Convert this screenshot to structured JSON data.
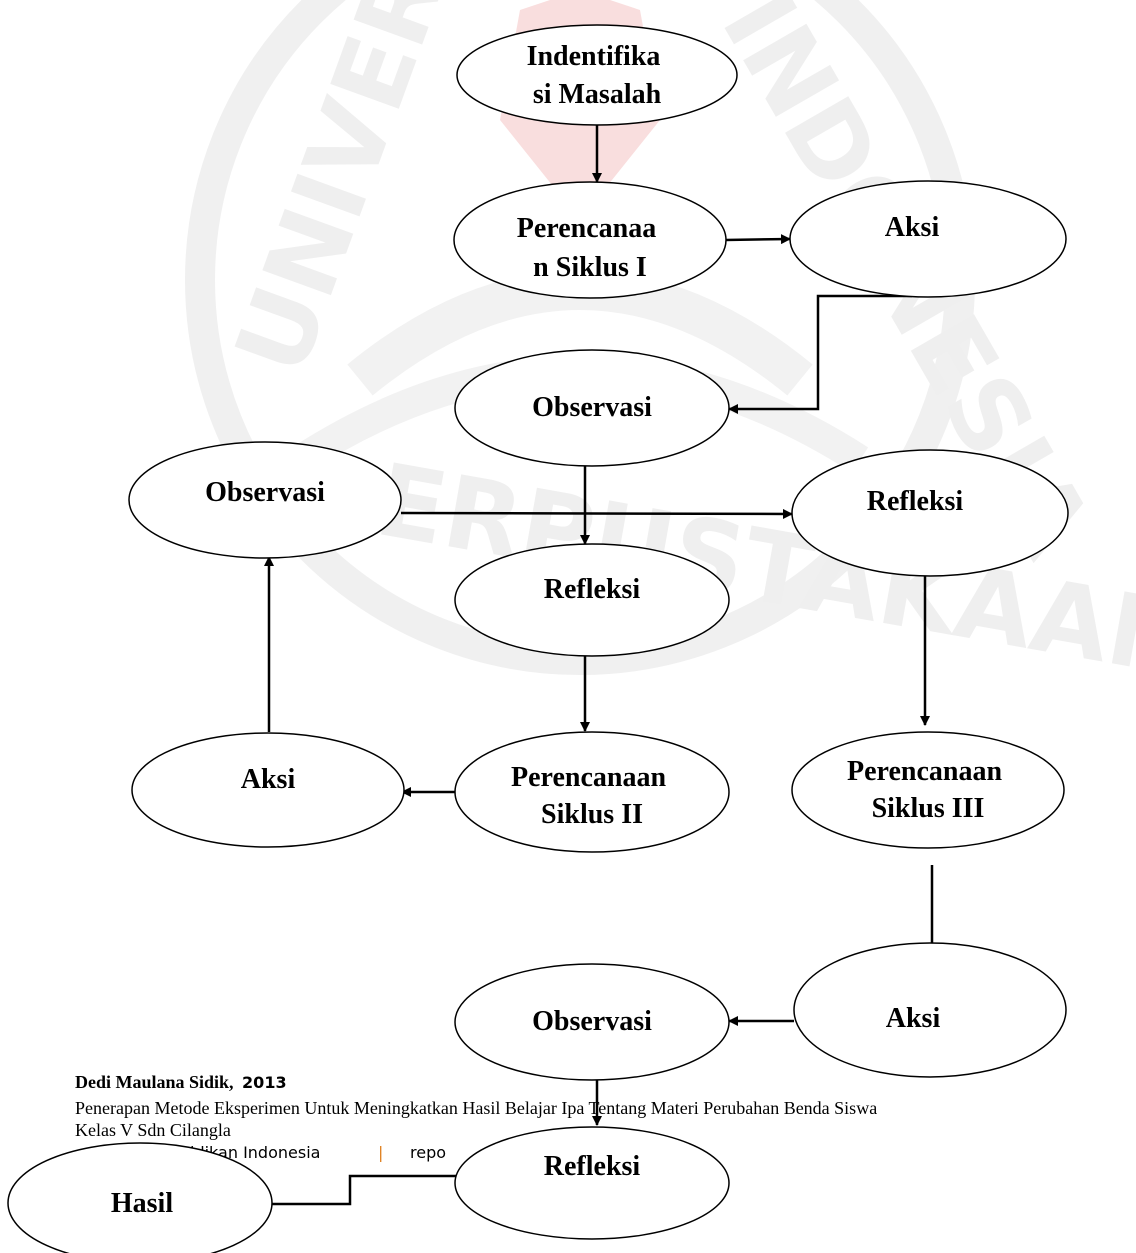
{
  "watermark": {
    "left_text": "UNIVERSITAS",
    "right_text": "INDONESIA",
    "bottom_text": "PERPUSTAKAAN",
    "accent_color": "#f9dede"
  },
  "nodes": {
    "identifikasi": [
      "Indentifika",
      "si Masalah"
    ],
    "perencanaan1": [
      "Perencanaa",
      "n Siklus I"
    ],
    "aksi1": [
      "Aksi"
    ],
    "observasi1": [
      "Observasi"
    ],
    "refleksi1": [
      "Refleksi"
    ],
    "perencanaan2": [
      "Perencanaan",
      "Siklus II"
    ],
    "aksi2": [
      "Aksi"
    ],
    "observasi2": [
      "Observasi"
    ],
    "refleksi2": [
      "Refleksi"
    ],
    "perencanaan3": [
      "Perencanaan",
      "Siklus III"
    ],
    "aksi3": [
      "Aksi"
    ],
    "observasi3": [
      "Observasi"
    ],
    "refleksi3": [
      "Refleksi"
    ],
    "hasil": [
      "Hasil"
    ]
  },
  "footer": {
    "author": "Dedi Maulana Sidik,",
    "year": "2013",
    "title_line1": "Penerapan Metode Eksperimen Untuk Meningkatkan Hasil Belajar Ipa Tentang Materi Perubahan Benda Siswa",
    "title_line2": "Kelas V Sdn  Cilangla",
    "univ_fragment": "idikan Indonesia",
    "separator": "|",
    "repo_fragment": "repo"
  }
}
